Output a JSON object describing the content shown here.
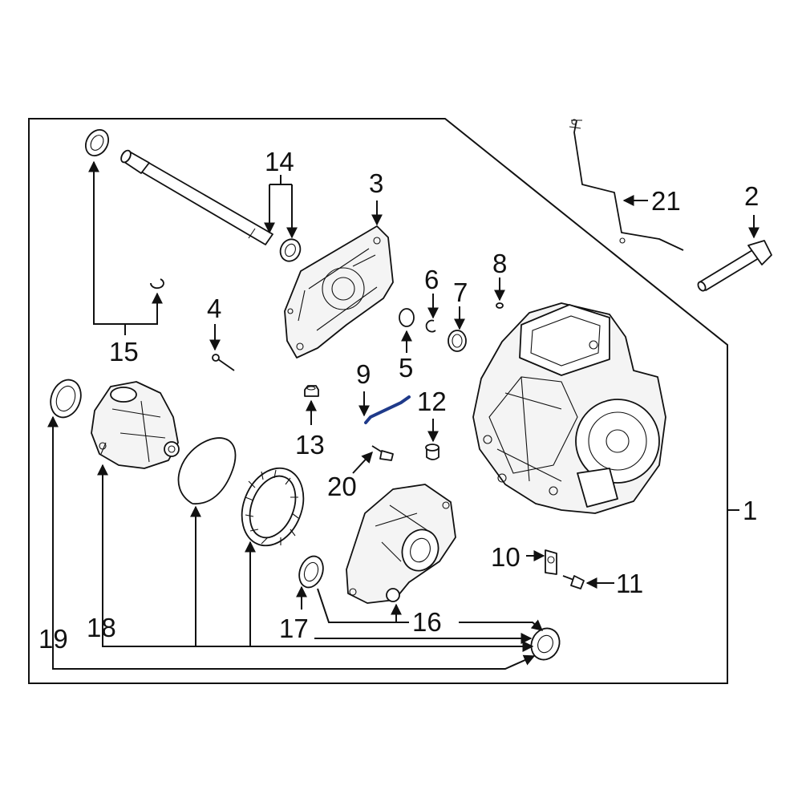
{
  "diagram": {
    "callouts": [
      {
        "id": "c1",
        "text": "1"
      },
      {
        "id": "c2",
        "text": "2"
      },
      {
        "id": "c3",
        "text": "3"
      },
      {
        "id": "c4",
        "text": "4"
      },
      {
        "id": "c5",
        "text": "5"
      },
      {
        "id": "c6",
        "text": "6"
      },
      {
        "id": "c7",
        "text": "7"
      },
      {
        "id": "c8",
        "text": "8"
      },
      {
        "id": "c9",
        "text": "9"
      },
      {
        "id": "c10",
        "text": "10"
      },
      {
        "id": "c11",
        "text": "11"
      },
      {
        "id": "c12",
        "text": "12"
      },
      {
        "id": "c13",
        "text": "13"
      },
      {
        "id": "c14",
        "text": "14"
      },
      {
        "id": "c15",
        "text": "15"
      },
      {
        "id": "c16",
        "text": "16"
      },
      {
        "id": "c17",
        "text": "17"
      },
      {
        "id": "c18",
        "text": "18"
      },
      {
        "id": "c19",
        "text": "19"
      },
      {
        "id": "c20",
        "text": "20"
      },
      {
        "id": "c21",
        "text": "21"
      }
    ],
    "colors": {
      "line": "#111111",
      "background": "#ffffff",
      "accent_tube": "#1f3a8a"
    }
  }
}
